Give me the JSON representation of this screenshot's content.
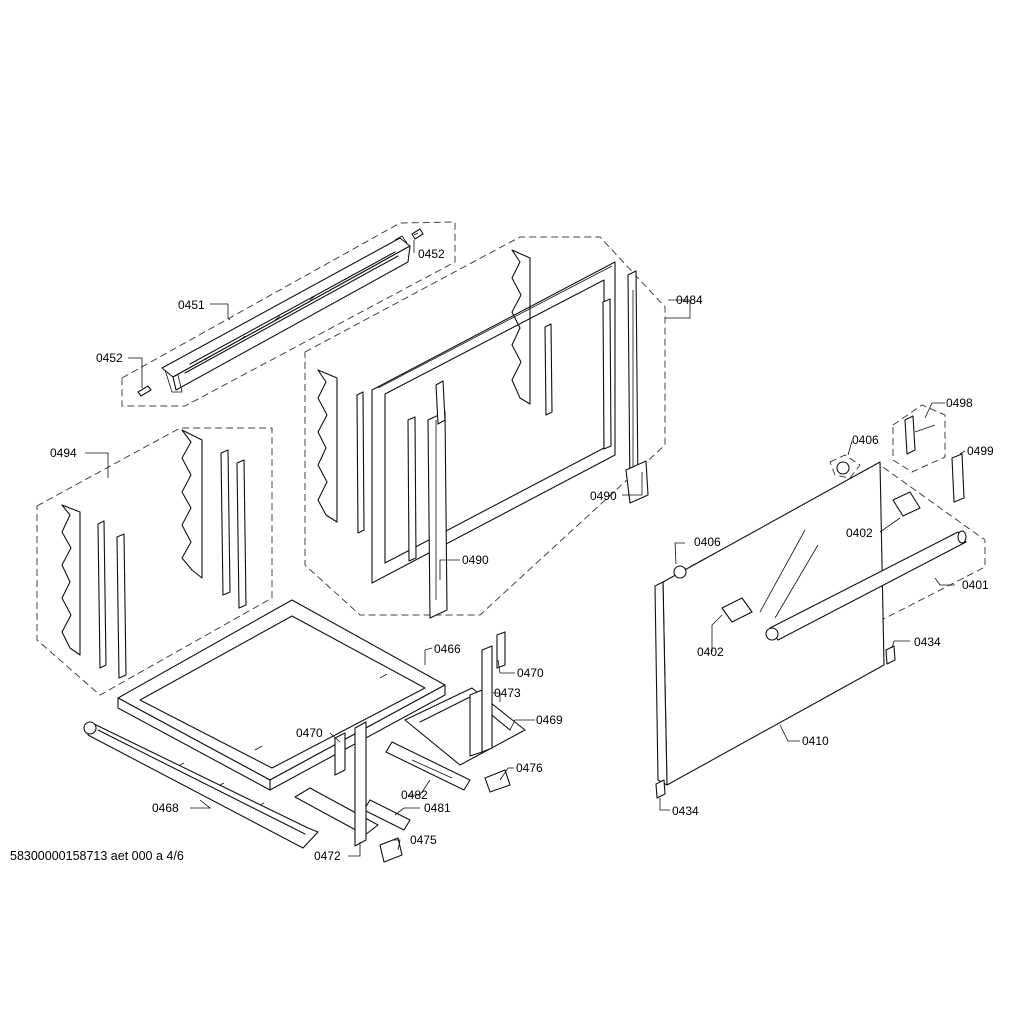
{
  "document_id": "58300000158713 aet 000 a 4/6",
  "callouts": {
    "c0451": "0451",
    "c0452a": "0452",
    "c0452b": "0452",
    "c0484": "0484",
    "c0490a": "0490",
    "c0490b": "0490",
    "c0494": "0494",
    "c0466": "0466",
    "c0470a": "0470",
    "c0470b": "0470",
    "c0473": "0473",
    "c0469": "0469",
    "c0476": "0476",
    "c0468": "0468",
    "c0482": "0482",
    "c0481": "0481",
    "c0472": "0472",
    "c0475": "0475",
    "c0498": "0498",
    "c0499": "0499",
    "c0406a": "0406",
    "c0406b": "0406",
    "c0402a": "0402",
    "c0402b": "0402",
    "c0401": "0401",
    "c0434a": "0434",
    "c0434b": "0434",
    "c0410": "0410"
  }
}
